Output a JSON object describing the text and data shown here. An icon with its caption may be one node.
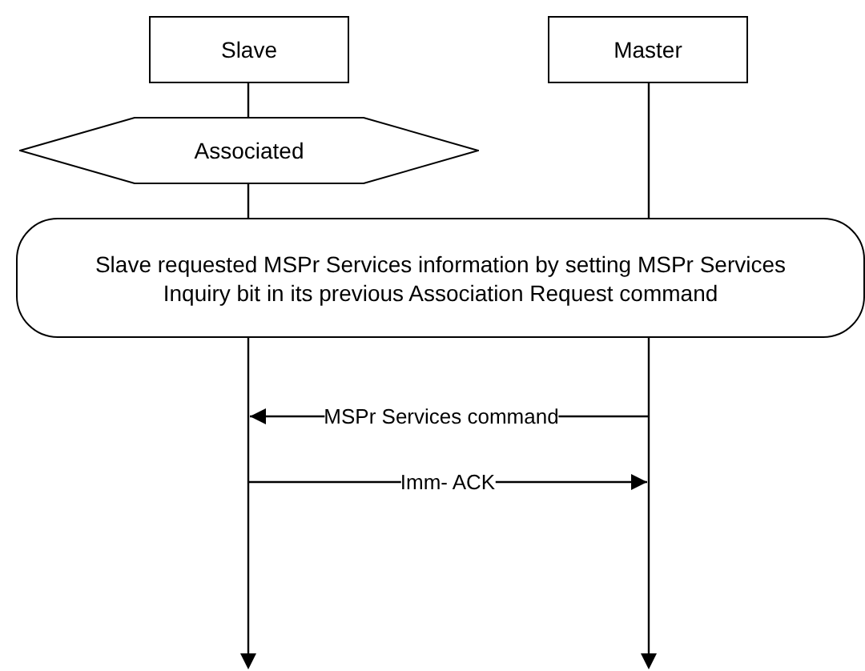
{
  "diagram": {
    "nodes": [
      {
        "text": [
          "Slave"
        ]
      },
      {
        "text": [
          "Master"
        ]
      },
      {
        "text": [
          "Associated"
        ]
      },
      {
        "text": [
          "Slave requested MSPr Services information by setting MSPr Services Inquiry bit in its previous Association Request command"
        ]
      },
      {
        "text": [],
        "shape": "bar"
      },
      {
        "text": [],
        "shape": "bar"
      }
    ],
    "edges": [
      {
        "from": 0,
        "to": 2,
        "arrow": "none"
      },
      {
        "from": 2,
        "to": 3,
        "arrow": "none"
      },
      {
        "from": 1,
        "to": 3,
        "arrow": "none"
      },
      {
        "from": 5,
        "to": 4,
        "arrow": "to",
        "label": "MSPr Services command"
      },
      {
        "from": 4,
        "to": 5,
        "arrow": "to",
        "label": "Imm- ACK"
      }
    ]
  }
}
